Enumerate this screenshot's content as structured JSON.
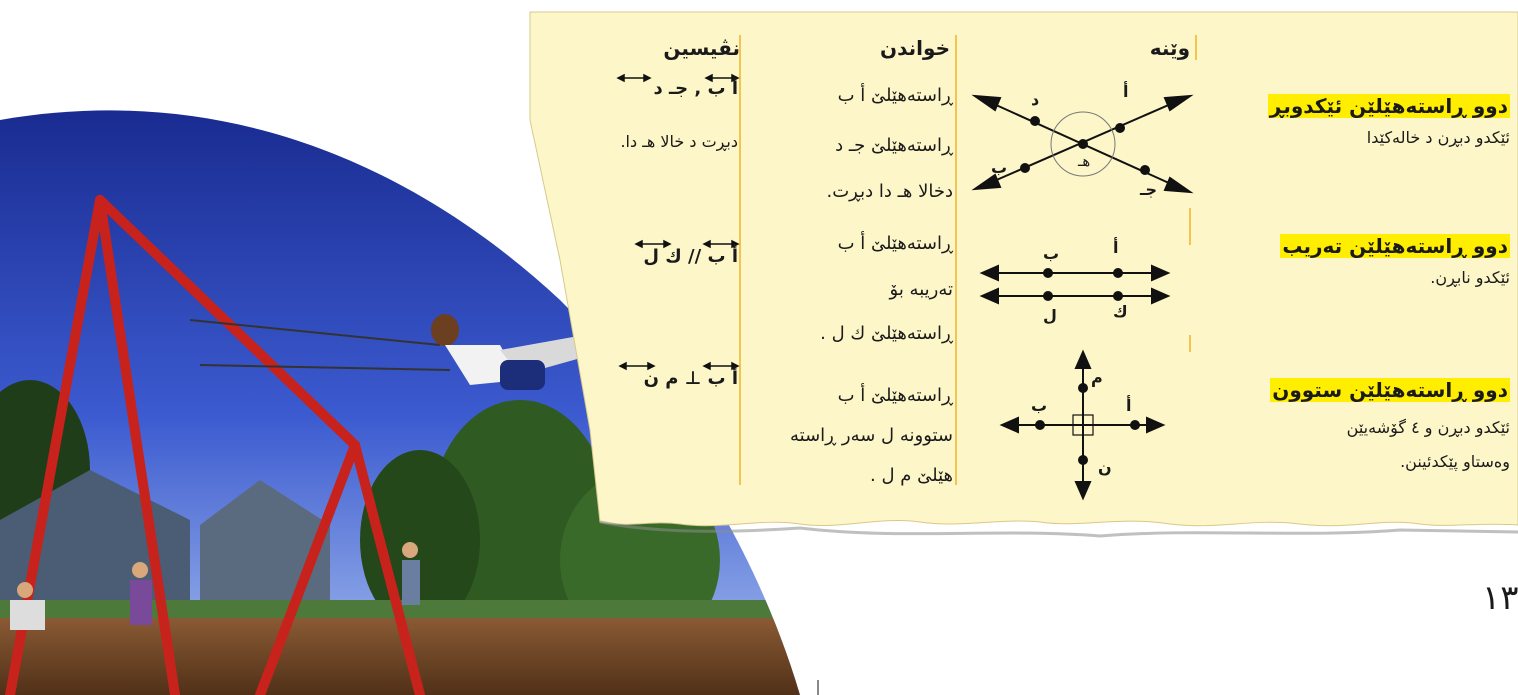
{
  "columns": {
    "figure": "وێنە",
    "reading": "خواندن",
    "writing": "نڤیسین"
  },
  "rows": [
    {
      "title": "دوو ڕاستەهێلێن ئێكدوبڕ",
      "description": [
        "ئێكدو دبڕن د خالەكێدا"
      ],
      "reading": [
        "ڕاستەهێلێ أ ب",
        "ڕاستەهێلێ جـ د",
        "دخالا هـ دا دبڕت."
      ],
      "writing": [
        "أ ب  ,  جـ د",
        "دبڕت د خالا هـ دا."
      ],
      "labels": [
        "أ",
        "د",
        "ب",
        "جـ",
        "هـ"
      ]
    },
    {
      "title": "دوو ڕاستەهێلێن تەریب",
      "description": [
        "ئێكدو نابڕن."
      ],
      "reading": [
        "ڕاستەهێلێ أ ب",
        "تەریبە بۆ",
        "ڕاستەهێلێ ك ل ."
      ],
      "writing": [
        "أ ب // ك ل"
      ],
      "labels": [
        "أ",
        "ب",
        "ك",
        "ل"
      ]
    },
    {
      "title": "دوو ڕاستەهێلێن ستوون",
      "description": [
        "ئێكدو دبڕن و ٤ گۆشەیێن",
        "وەستاو پێكدئینن."
      ],
      "reading": [
        "ڕاستەهێلێ أ ب",
        "ستوونە ل سەر ڕاستە",
        "هێلێ م ل ."
      ],
      "writing": [
        "أ ب ⊥ م ن"
      ],
      "labels": [
        "أ",
        "ب",
        "م",
        "ن"
      ]
    }
  ],
  "page_number": "١٣",
  "colors": {
    "note": "#fdf6c9",
    "highlight": "#ffee00",
    "divider": "#f0b429"
  }
}
